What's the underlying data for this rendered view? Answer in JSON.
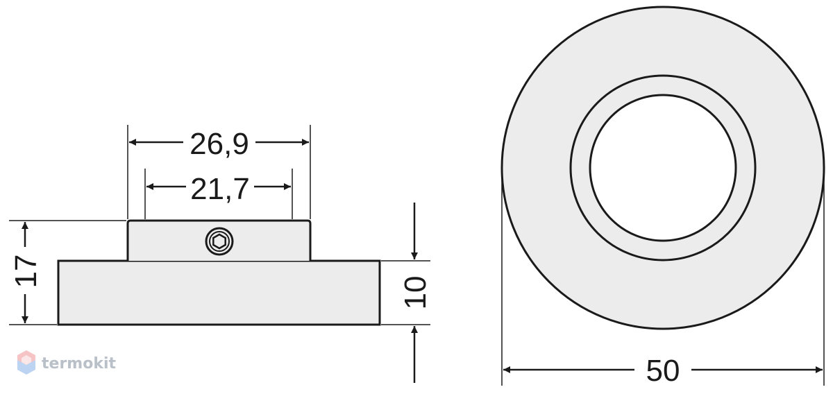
{
  "dimensions": {
    "outer_top_width": "26,9",
    "inner_top_width": "21,7",
    "total_height": "17",
    "base_height": "10",
    "diameter": "50"
  },
  "watermark": {
    "text": "termokit"
  },
  "colors": {
    "line": "#1a1a1a",
    "fill": "#ececec",
    "logo_top": "#f3a0a0",
    "logo_bottom": "#a9c8ee"
  },
  "icons": {
    "set_screw": "hex-socket-icon",
    "logo": "hexagon-logo-icon"
  }
}
